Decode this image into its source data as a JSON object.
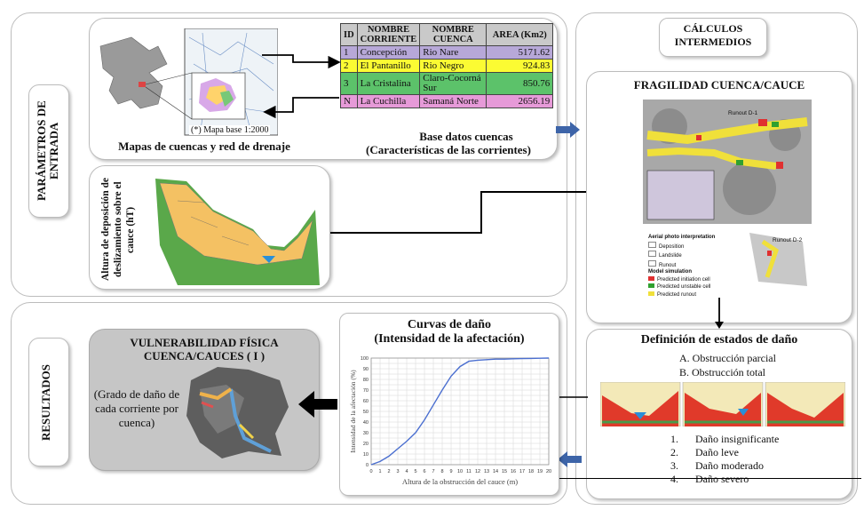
{
  "left_section": {
    "parametros_label": "PARÁMETROS DE ENTRADA",
    "resultados_label": "RESULTADOS"
  },
  "maps": {
    "caption": "Mapas de cuencas y red de drenaje",
    "base_note": "(*) Mapa base 1:2000"
  },
  "database": {
    "caption_line1": "Base datos cuencas",
    "caption_line2": "(Características de las corrientes)",
    "headers": [
      "ID",
      "NOMBRE CORRIENTE",
      "NOMBRE CUENCA",
      "AREA (Km2)"
    ],
    "rows": [
      {
        "id": "1",
        "corriente": "Concepción",
        "cuenca": "Rio Nare",
        "area": "5171.62",
        "color": "#b7a8d8"
      },
      {
        "id": "2",
        "corriente": "El Pantanillo",
        "cuenca": "Rio Negro",
        "area": "924.83",
        "color": "#fbfb33"
      },
      {
        "id": "3",
        "corriente": "La Cristalina",
        "cuenca": "Claro-Cocorná Sur",
        "area": "850.76",
        "color": "#5cc26a"
      },
      {
        "id": "N",
        "corriente": "La Cuchilla",
        "cuenca": "Samaná Norte",
        "area": "2656.19",
        "color": "#e69ad8"
      }
    ]
  },
  "deposition": {
    "label": "Altura de deposición de deslizamiento sobre el cauce (hT)"
  },
  "intermedios": {
    "title_line1": "CÁLCULOS",
    "title_line2": "INTERMEDIOS"
  },
  "fragilidad": {
    "title": "FRAGILIDAD CUENCA/CAUCE",
    "legend_title": "Aerial photo interpretation",
    "legend_items": [
      "Deposition",
      "Landslide",
      "Runout"
    ],
    "model_title": "Model simulation",
    "model_items": [
      "Predicted initiation cell",
      "Predicted unstable cell",
      "Predicted runout"
    ],
    "runout_labels": [
      "Runout D-1",
      "Runout D-2"
    ]
  },
  "estados": {
    "title": "Definición de estados de daño",
    "options": [
      "A. Obstrucción parcial",
      "B. Obstrucción total"
    ],
    "levels": [
      "1.",
      "2.",
      "3.",
      "4."
    ],
    "level_labels": [
      "Daño insignificante",
      "Daño leve",
      "Daño moderado",
      "Daño severo"
    ]
  },
  "curvas": {
    "title_line1": "Curvas de daño",
    "title_line2": "(Intensidad de la afectación)"
  },
  "vulnerabilidad": {
    "title_line1": "VULNERABILIDAD FÍSICA",
    "title_line2": "CUENCA/CAUCES ( I )",
    "desc": "(Grado de daño de cada corriente por cuenca)"
  },
  "chart_data": {
    "type": "line",
    "xlabel": "Altura de la obstrucción del cauce (m)",
    "ylabel": "Intensidad de la afectación (%)",
    "xlim": [
      0,
      20
    ],
    "ylim": [
      0,
      100
    ],
    "xticks": [
      0,
      1,
      2,
      3,
      4,
      5,
      6,
      7,
      8,
      9,
      10,
      11,
      12,
      13,
      14,
      15,
      16,
      17,
      18,
      19,
      20
    ],
    "yticks": [
      0,
      10,
      20,
      30,
      40,
      50,
      60,
      70,
      80,
      90,
      100
    ],
    "grid": true,
    "series": [
      {
        "x": [
          0,
          1,
          2,
          3,
          4,
          5,
          6,
          7,
          8,
          9,
          10,
          11,
          12,
          13,
          14,
          15,
          16,
          17,
          18,
          19,
          20
        ],
        "y": [
          0,
          3,
          8,
          15,
          22,
          30,
          42,
          56,
          70,
          83,
          92,
          97,
          98,
          98.5,
          99,
          99,
          99.3,
          99.5,
          99.7,
          99.8,
          100
        ],
        "color": "#4b6fd0"
      }
    ]
  }
}
